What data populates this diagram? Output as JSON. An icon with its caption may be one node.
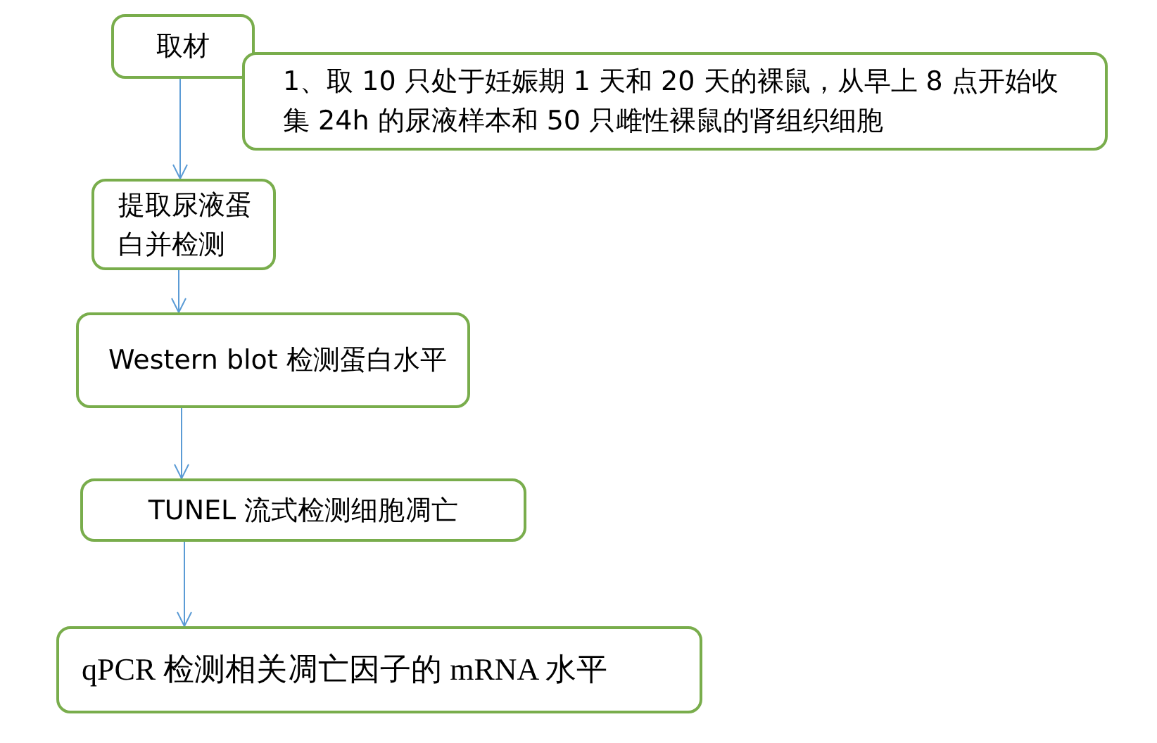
{
  "diagram": {
    "nodes": [
      {
        "text": [
          "取材"
        ]
      },
      {
        "text": [
          "1、取 10 只处于妊娠期 1 天和 20 天的裸鼠，从早上 8 点开始收集 24h 的尿液样本和 50 只雌性裸鼠的肾组织细胞"
        ]
      },
      {
        "text": [
          "提取尿液蛋白并检测"
        ]
      },
      {
        "text": [
          "Western blot 检测蛋白水平"
        ]
      },
      {
        "text": [
          "TUNEL 流式检测细胞凋亡"
        ]
      },
      {
        "text": [
          "qPCR 检测相关凋亡因子的 mRNA 水平"
        ]
      }
    ],
    "edges": [
      {
        "from": 0,
        "to": 2,
        "arrow": "to"
      },
      {
        "from": 2,
        "to": 3,
        "arrow": "to"
      },
      {
        "from": 3,
        "to": 4,
        "arrow": "to"
      },
      {
        "from": 4,
        "to": 5,
        "arrow": "to"
      }
    ]
  }
}
